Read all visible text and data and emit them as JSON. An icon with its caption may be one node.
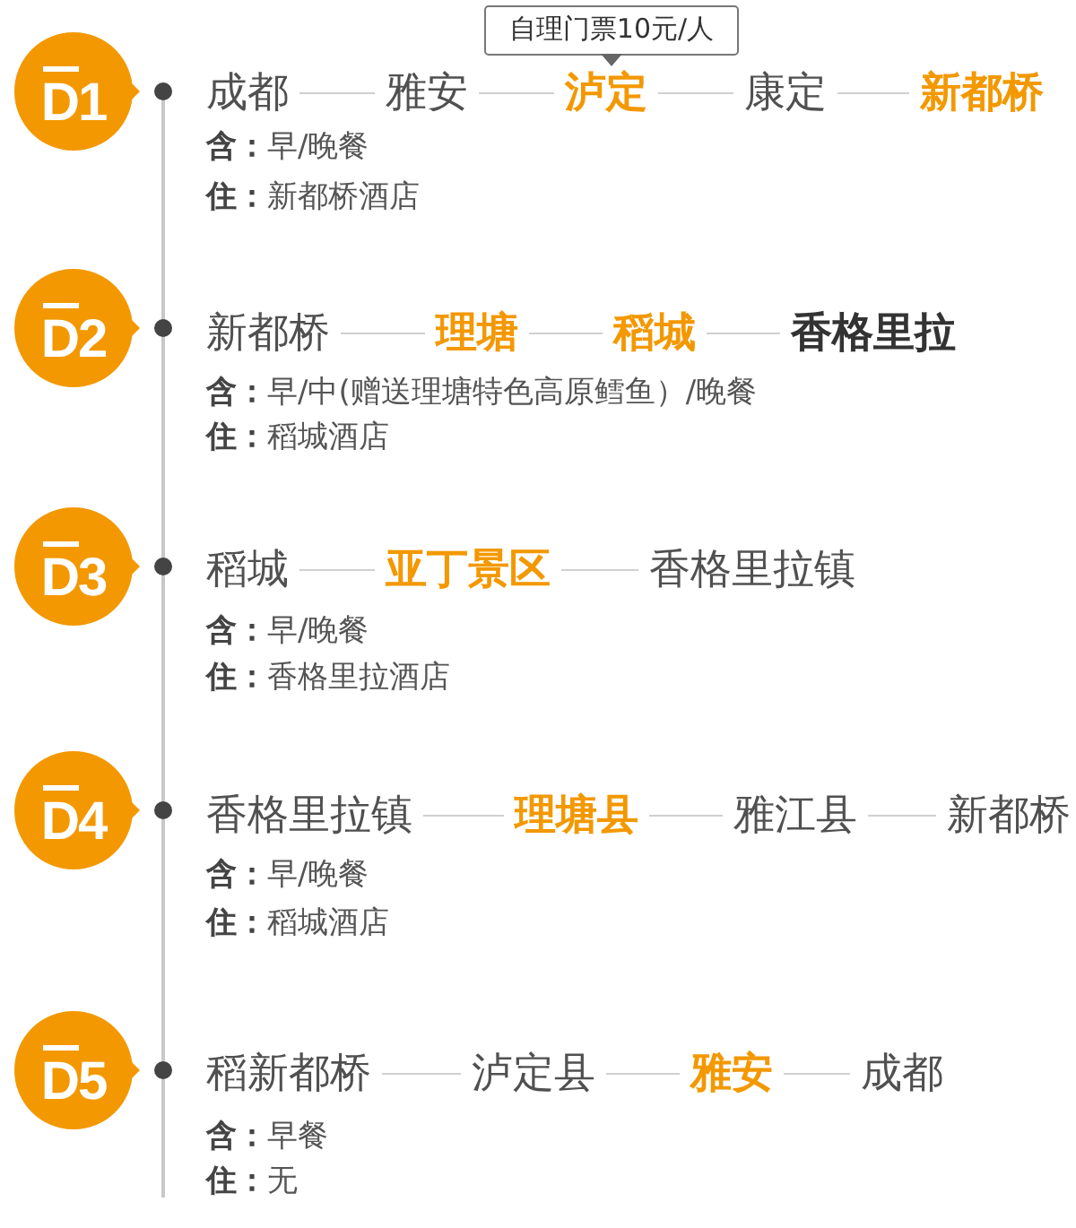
{
  "diagram": {
    "nodes": [
      {
        "text": [
          "D1"
        ]
      },
      {
        "text": [
          "自理门票10元/人"
        ]
      },
      {
        "text": [
          "成都"
        ]
      },
      {
        "text": [
          "雅安"
        ]
      },
      {
        "text": [
          "泸定"
        ]
      },
      {
        "text": [
          "康定"
        ]
      },
      {
        "text": [
          "新都桥"
        ]
      },
      {
        "text": [
          "D2"
        ]
      },
      {
        "text": [
          "新都桥"
        ]
      },
      {
        "text": [
          "理塘"
        ]
      },
      {
        "text": [
          "稻城"
        ]
      },
      {
        "text": [
          "香格里拉"
        ]
      },
      {
        "text": [
          "D3"
        ]
      },
      {
        "text": [
          "稻城"
        ]
      },
      {
        "text": [
          "亚丁景区"
        ]
      },
      {
        "text": [
          "香格里拉镇"
        ]
      },
      {
        "text": [
          "D4"
        ]
      },
      {
        "text": [
          "香格里拉镇"
        ]
      },
      {
        "text": [
          "理塘县"
        ]
      },
      {
        "text": [
          "雅江县"
        ]
      },
      {
        "text": [
          "新都桥"
        ]
      },
      {
        "text": [
          "D5"
        ]
      },
      {
        "text": [
          "稻新都桥"
        ]
      },
      {
        "text": [
          "泸定县"
        ]
      },
      {
        "text": [
          "雅安"
        ]
      },
      {
        "text": [
          "成都"
        ]
      }
    ],
    "edges": [
      {
        "from": 2,
        "to": 3,
        "arrow": "none"
      },
      {
        "from": 3,
        "to": 4,
        "arrow": "none"
      },
      {
        "from": 4,
        "to": 5,
        "arrow": "none"
      },
      {
        "from": 5,
        "to": 6,
        "arrow": "none"
      },
      {
        "from": 8,
        "to": 9,
        "arrow": "none"
      },
      {
        "from": 9,
        "to": 10,
        "arrow": "none"
      },
      {
        "from": 10,
        "to": 11,
        "arrow": "none"
      },
      {
        "from": 13,
        "to": 14,
        "arrow": "none"
      },
      {
        "from": 14,
        "to": 15,
        "arrow": "none"
      },
      {
        "from": 17,
        "to": 18,
        "arrow": "none"
      },
      {
        "from": 18,
        "to": 19,
        "arrow": "none"
      },
      {
        "from": 19,
        "to": 20,
        "arrow": "none"
      },
      {
        "from": 22,
        "to": 23,
        "arrow": "none"
      },
      {
        "from": 23,
        "to": 24,
        "arrow": "none"
      },
      {
        "from": 24,
        "to": 25,
        "arrow": "none"
      }
    ],
    "labels": [
      "**含：**早/晚餐",
      "**住：**新都桥酒店",
      "**含：**早/中(赠送理塘特色高原鳕鱼）/晚餐",
      "**住：**稻城酒店",
      "**含：**早/晚餐",
      "**住：**香格里拉酒店",
      "**含：**早/晚餐",
      "**住：**稻城酒店",
      "**含：**早餐",
      "**住：**无"
    ]
  }
}
